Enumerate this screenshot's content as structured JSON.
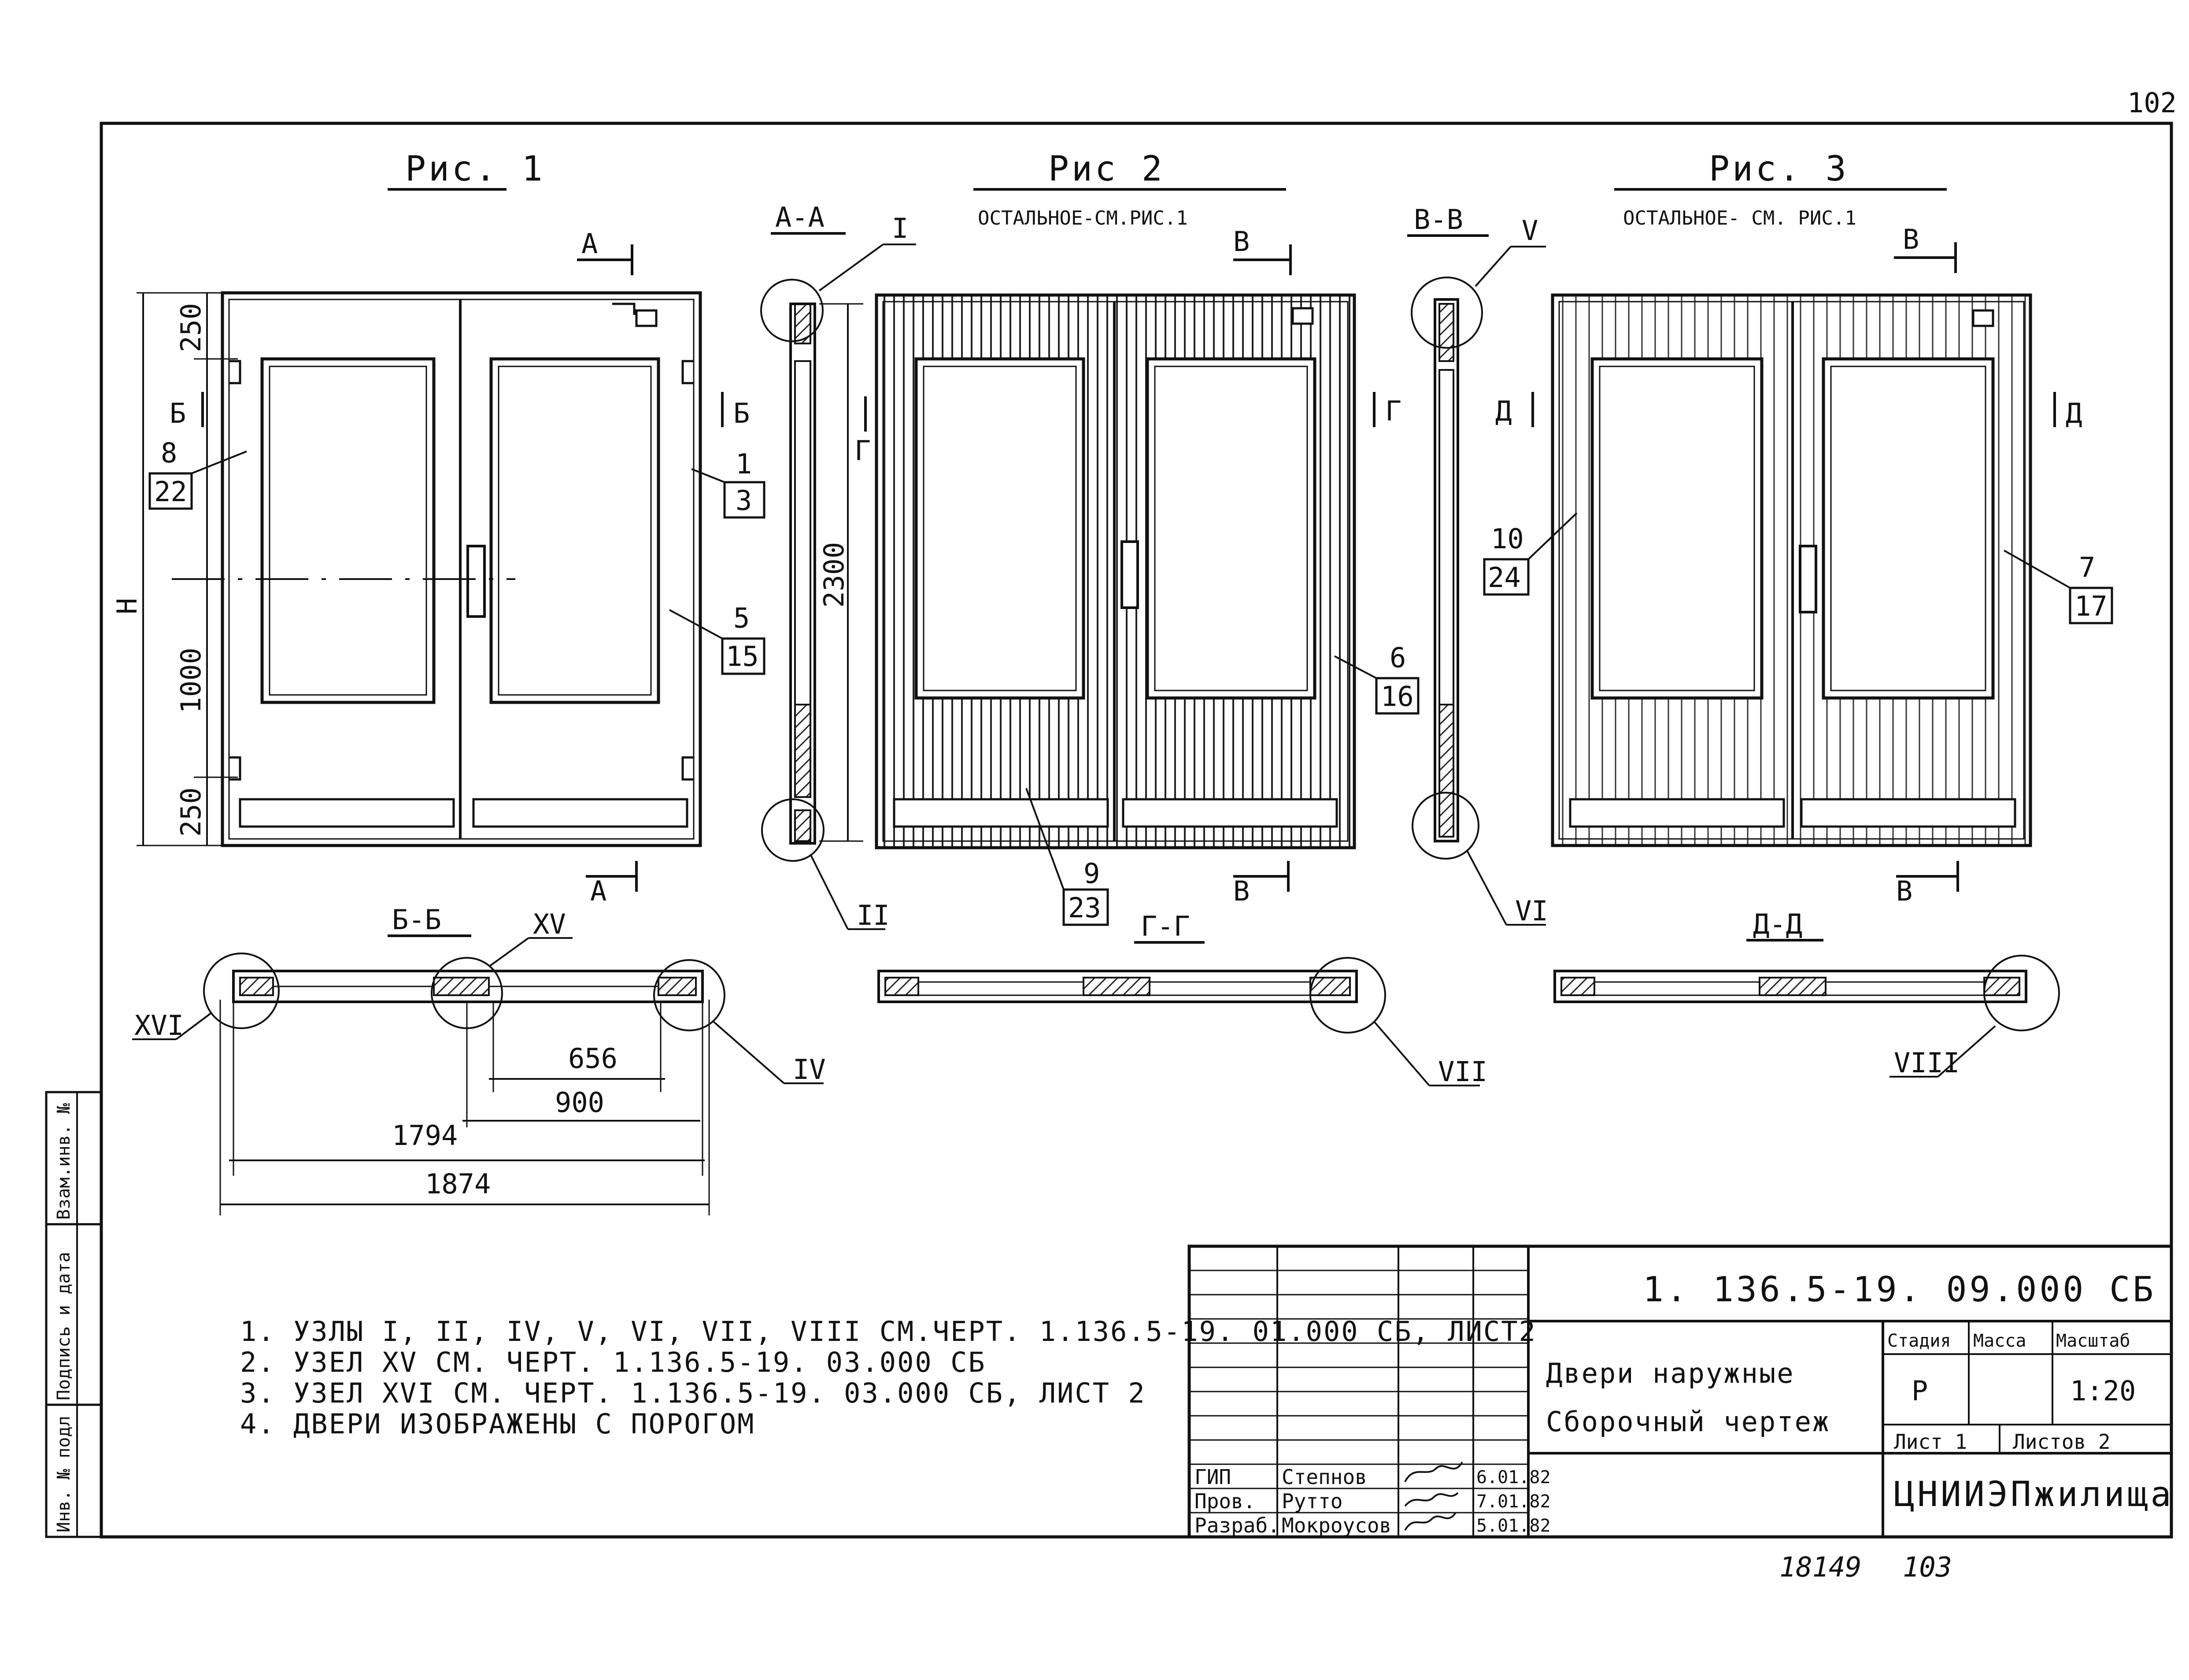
{
  "sheet_number": "102",
  "footer_numbers": {
    "left": "18149",
    "right": "103"
  },
  "fig1": {
    "title": "Рис. 1",
    "section_AA_mark": "А",
    "section_BB_mark": "Б",
    "dim_top": "250",
    "dim_mid": "1000",
    "dim_bottom": "250",
    "dim_height": "Н",
    "callouts": [
      {
        "top": "8",
        "bottom": "22"
      },
      {
        "top": "1",
        "bottom": "3"
      },
      {
        "top": "5",
        "bottom": "15"
      }
    ]
  },
  "fig2": {
    "title": "Рис 2",
    "subtitle": "ОСТАЛЬНОЕ-СМ.РИС.1",
    "section_label": "А-А",
    "section_mark": "В",
    "side_mark": "Г",
    "dim_height": "2300",
    "node_top": "I",
    "node_bottom": "II",
    "callouts": [
      {
        "top": "6",
        "bottom": "16"
      },
      {
        "top": "9",
        "bottom": "23"
      }
    ]
  },
  "fig3": {
    "title": "Рис. 3",
    "subtitle": "ОСТАЛЬНОЕ- СМ. РИС.1",
    "section_label": "В-В",
    "section_mark": "В",
    "side_mark": "Д",
    "node_top": "V",
    "node_bottom": "VI",
    "callouts": [
      {
        "top": "10",
        "bottom": "24"
      },
      {
        "top": "7",
        "bottom": "17"
      }
    ]
  },
  "section_bb": {
    "label": "Б-Б",
    "node_left": "XVI",
    "node_mid": "XV",
    "node_right": "IV",
    "dims": [
      "656",
      "900",
      "1794",
      "1874"
    ]
  },
  "section_gg": {
    "label": "Г-Г",
    "node": "VII"
  },
  "section_dd": {
    "label": "Д-Д",
    "node": "VIII"
  },
  "notes": [
    "1.  УЗЛЫ I, II, IV, V, VI, VII, VIII СМ.ЧЕРТ. 1.136.5-19. 01.000 СБ, ЛИСТ2",
    "2.  УЗЕЛ XV СМ. ЧЕРТ. 1.136.5-19. 03.000 СБ",
    "3.  УЗЕЛ XVI СМ. ЧЕРТ. 1.136.5-19. 03.000 СБ, ЛИСТ 2",
    "4.  ДВЕРИ ИЗОБРАЖЕНЫ С ПОРОГОМ"
  ],
  "title_block": {
    "code": "1. 136.5-19. 09.000 СБ",
    "name_line1": "Двери наружные",
    "name_line2": "Сборочный чертеж",
    "stage_header": "Стадия",
    "mass_header": "Масса",
    "scale_header": "Масштаб",
    "stage": "Р",
    "scale": "1:20",
    "sheet": "Лист 1",
    "sheets": "Листов 2",
    "org": "ЦНИИЭПжилища",
    "roles": [
      {
        "role": "ГИП",
        "name": "Степнов",
        "date": "6.01.82"
      },
      {
        "role": "Пров.",
        "name": "Рутто",
        "date": "7.01.82"
      },
      {
        "role": "Разраб.",
        "name": "Мокроусов",
        "date": "5.01.82"
      }
    ]
  },
  "side_stamp": [
    "Инв. № подл",
    "Подпись и дата",
    "Взам.инв. №"
  ]
}
